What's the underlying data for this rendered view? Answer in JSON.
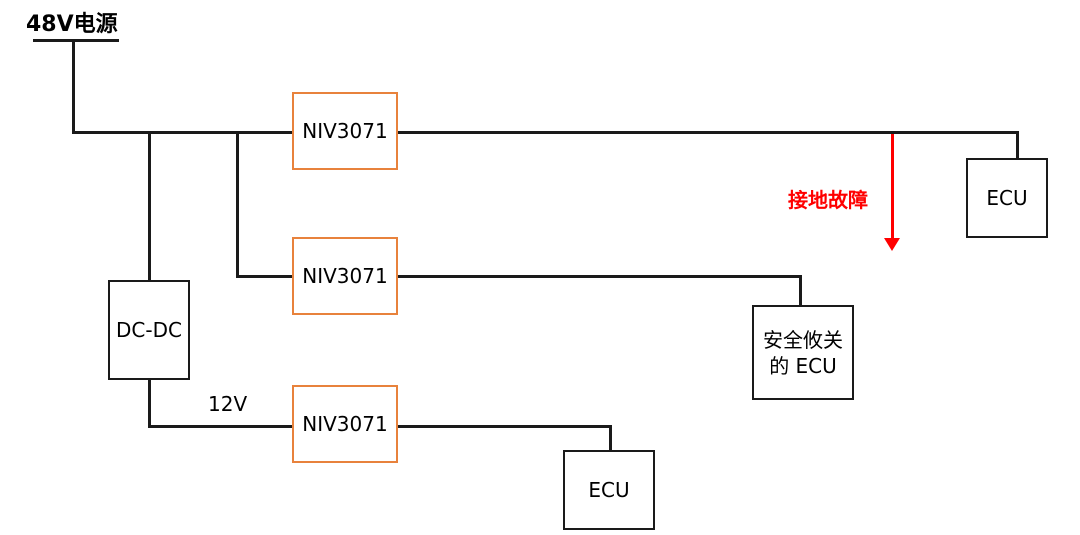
{
  "diagram": {
    "source": {
      "label": "48V电源"
    },
    "boxes": {
      "niv_top": {
        "label": "NIV3071"
      },
      "niv_mid": {
        "label": "NIV3071"
      },
      "niv_bottom": {
        "label": "NIV3071"
      },
      "dcdc": {
        "label": "DC-DC"
      },
      "ecu_top": {
        "label": "ECU"
      },
      "ecu_safety": {
        "label_line1": "安全攸关",
        "label_line2": "的 ECU"
      },
      "ecu_bottom": {
        "label": "ECU"
      }
    },
    "labels": {
      "voltage_12v": "12V",
      "ground_fault": "接地故障"
    },
    "colors": {
      "box_orange": "#E8823C",
      "line_black": "#1A1A1A",
      "fault_red": "#FF0000"
    }
  }
}
